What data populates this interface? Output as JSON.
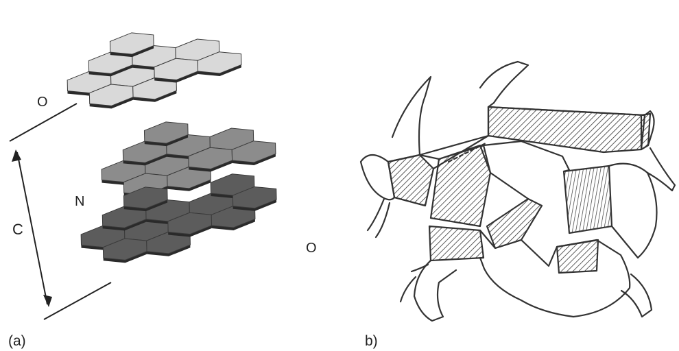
{
  "figure": {
    "panel_a": {
      "label": "(a)",
      "axis_label": "C",
      "atom_labels": {
        "top": "O",
        "middle": "N",
        "bottom": "O"
      },
      "layer_colors": {
        "top": "#d9d9d9",
        "middle": "#8c8c8c",
        "bottom": "#5c5c5c"
      },
      "edge_color": "#3a3a3a"
    },
    "panel_b": {
      "label": "b)",
      "line_color": "#333333"
    }
  }
}
